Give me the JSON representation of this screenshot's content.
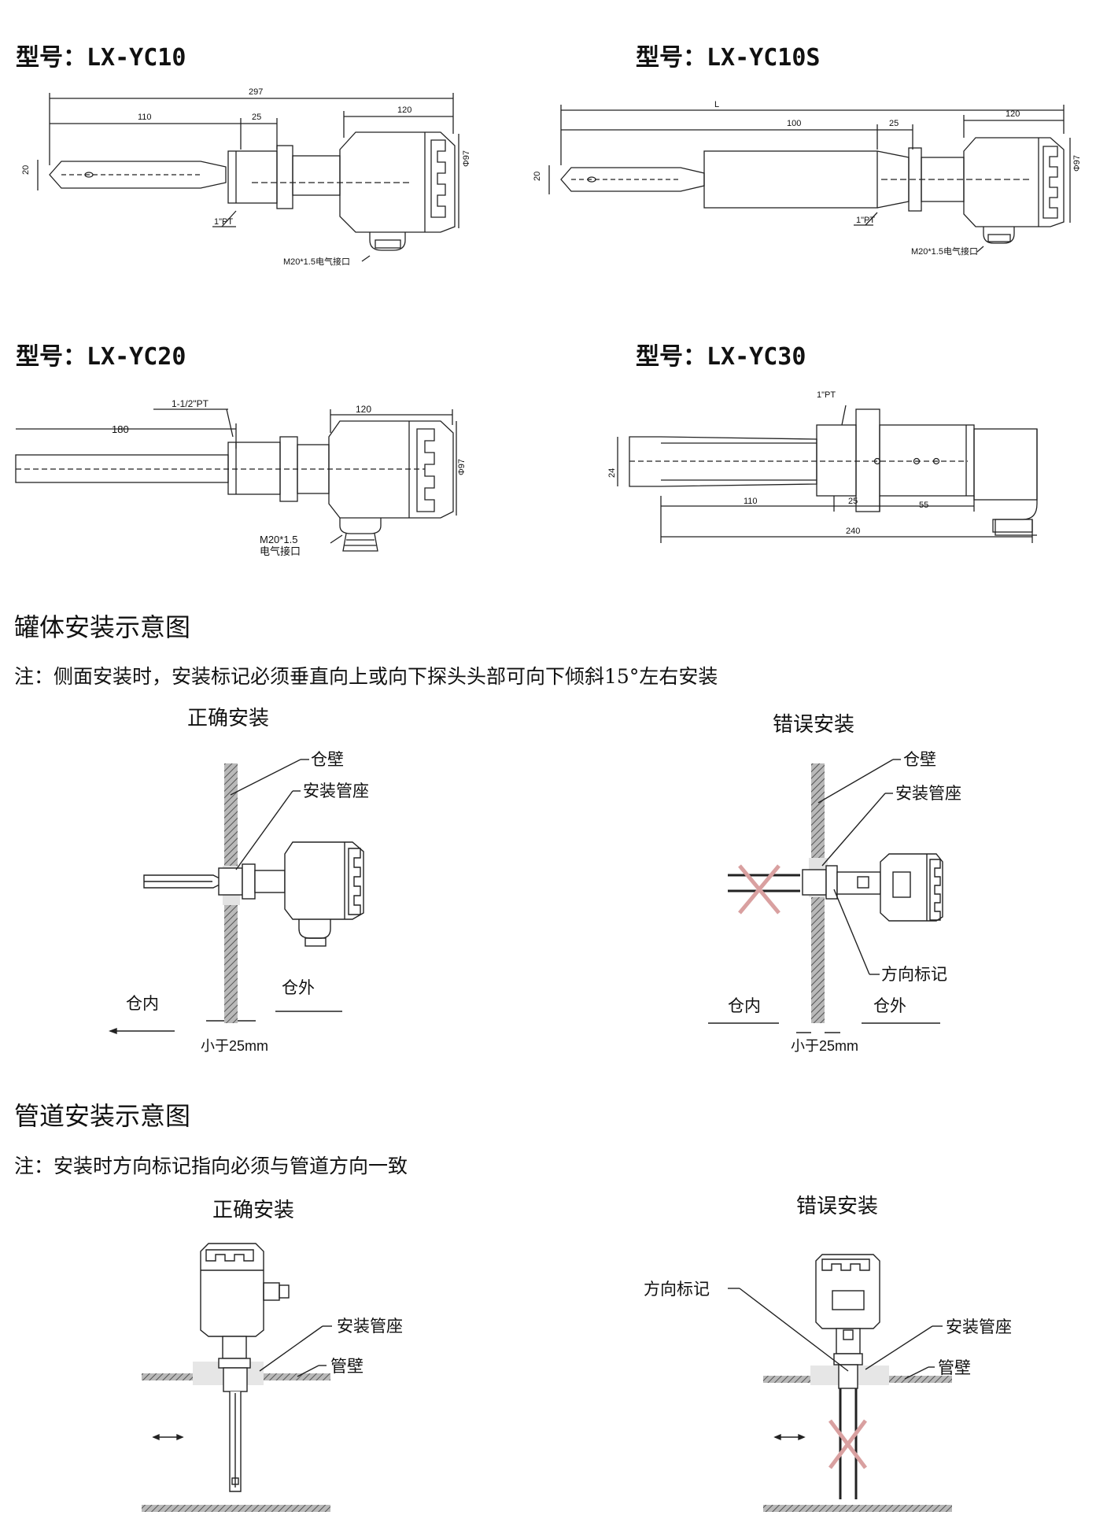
{
  "models": {
    "yc10": "型号：LX-YC10",
    "yc10s": "型号：LX-YC10S",
    "yc20": "型号：LX-YC20",
    "yc30": "型号：LX-YC30"
  },
  "dims": {
    "yc10": {
      "total": "297",
      "probe": "110",
      "thread": "25",
      "head": "120",
      "dia": "Φ97",
      "height": "20",
      "pt": "1\"PT",
      "conn": "M20*1.5电气接口"
    },
    "yc10s": {
      "total": "L",
      "probe": "100",
      "thread": "25",
      "head": "120",
      "dia": "Φ97",
      "height": "20",
      "pt": "1\"PT",
      "conn": "M20*1.5电气接口"
    },
    "yc20": {
      "probe": "180",
      "pt": "1-1/2\"PT",
      "head": "120",
      "dia": "Φ97",
      "conn1": "M20*1.5",
      "conn2": "电气接口"
    },
    "yc30": {
      "pt": "1\"PT",
      "height": "24",
      "probe": "110",
      "thread": "25",
      "mid": "55",
      "total": "240"
    }
  },
  "tank": {
    "title": "罐体安装示意图",
    "note": "注：侧面安装时，安装标记必须垂直向上或向下探头头部可向下倾斜15°左右安装",
    "correct": "正确安装",
    "wrong": "错误安装",
    "wall": "仓壁",
    "seat": "安装管座",
    "inside": "仓内",
    "outside": "仓外",
    "less": "小于25mm",
    "mark": "方向标记"
  },
  "pipe": {
    "title": "管道安装示意图",
    "note": "注：安装时方向标记指向必须与管道方向一致",
    "correct": "正确安装",
    "wrong": "错误安装",
    "seat": "安装管座",
    "wall": "管壁",
    "mark": "方向标记"
  }
}
